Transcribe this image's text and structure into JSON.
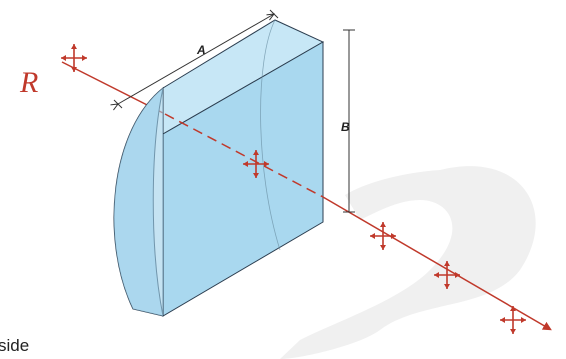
{
  "labels": {
    "ray": "R",
    "dim_a": "A",
    "dim_b": "B"
  },
  "caption": "side",
  "colors": {
    "ray": "#c0392b",
    "crystal_front": "#a9d8ef",
    "crystal_top": "#c7e7f6",
    "crystal_curved": "#bfe2f4",
    "edge": "#2c3e50",
    "watermark": "#f0f0f0"
  },
  "icons": {
    "polarization": "four-arrow-cross-icon"
  }
}
